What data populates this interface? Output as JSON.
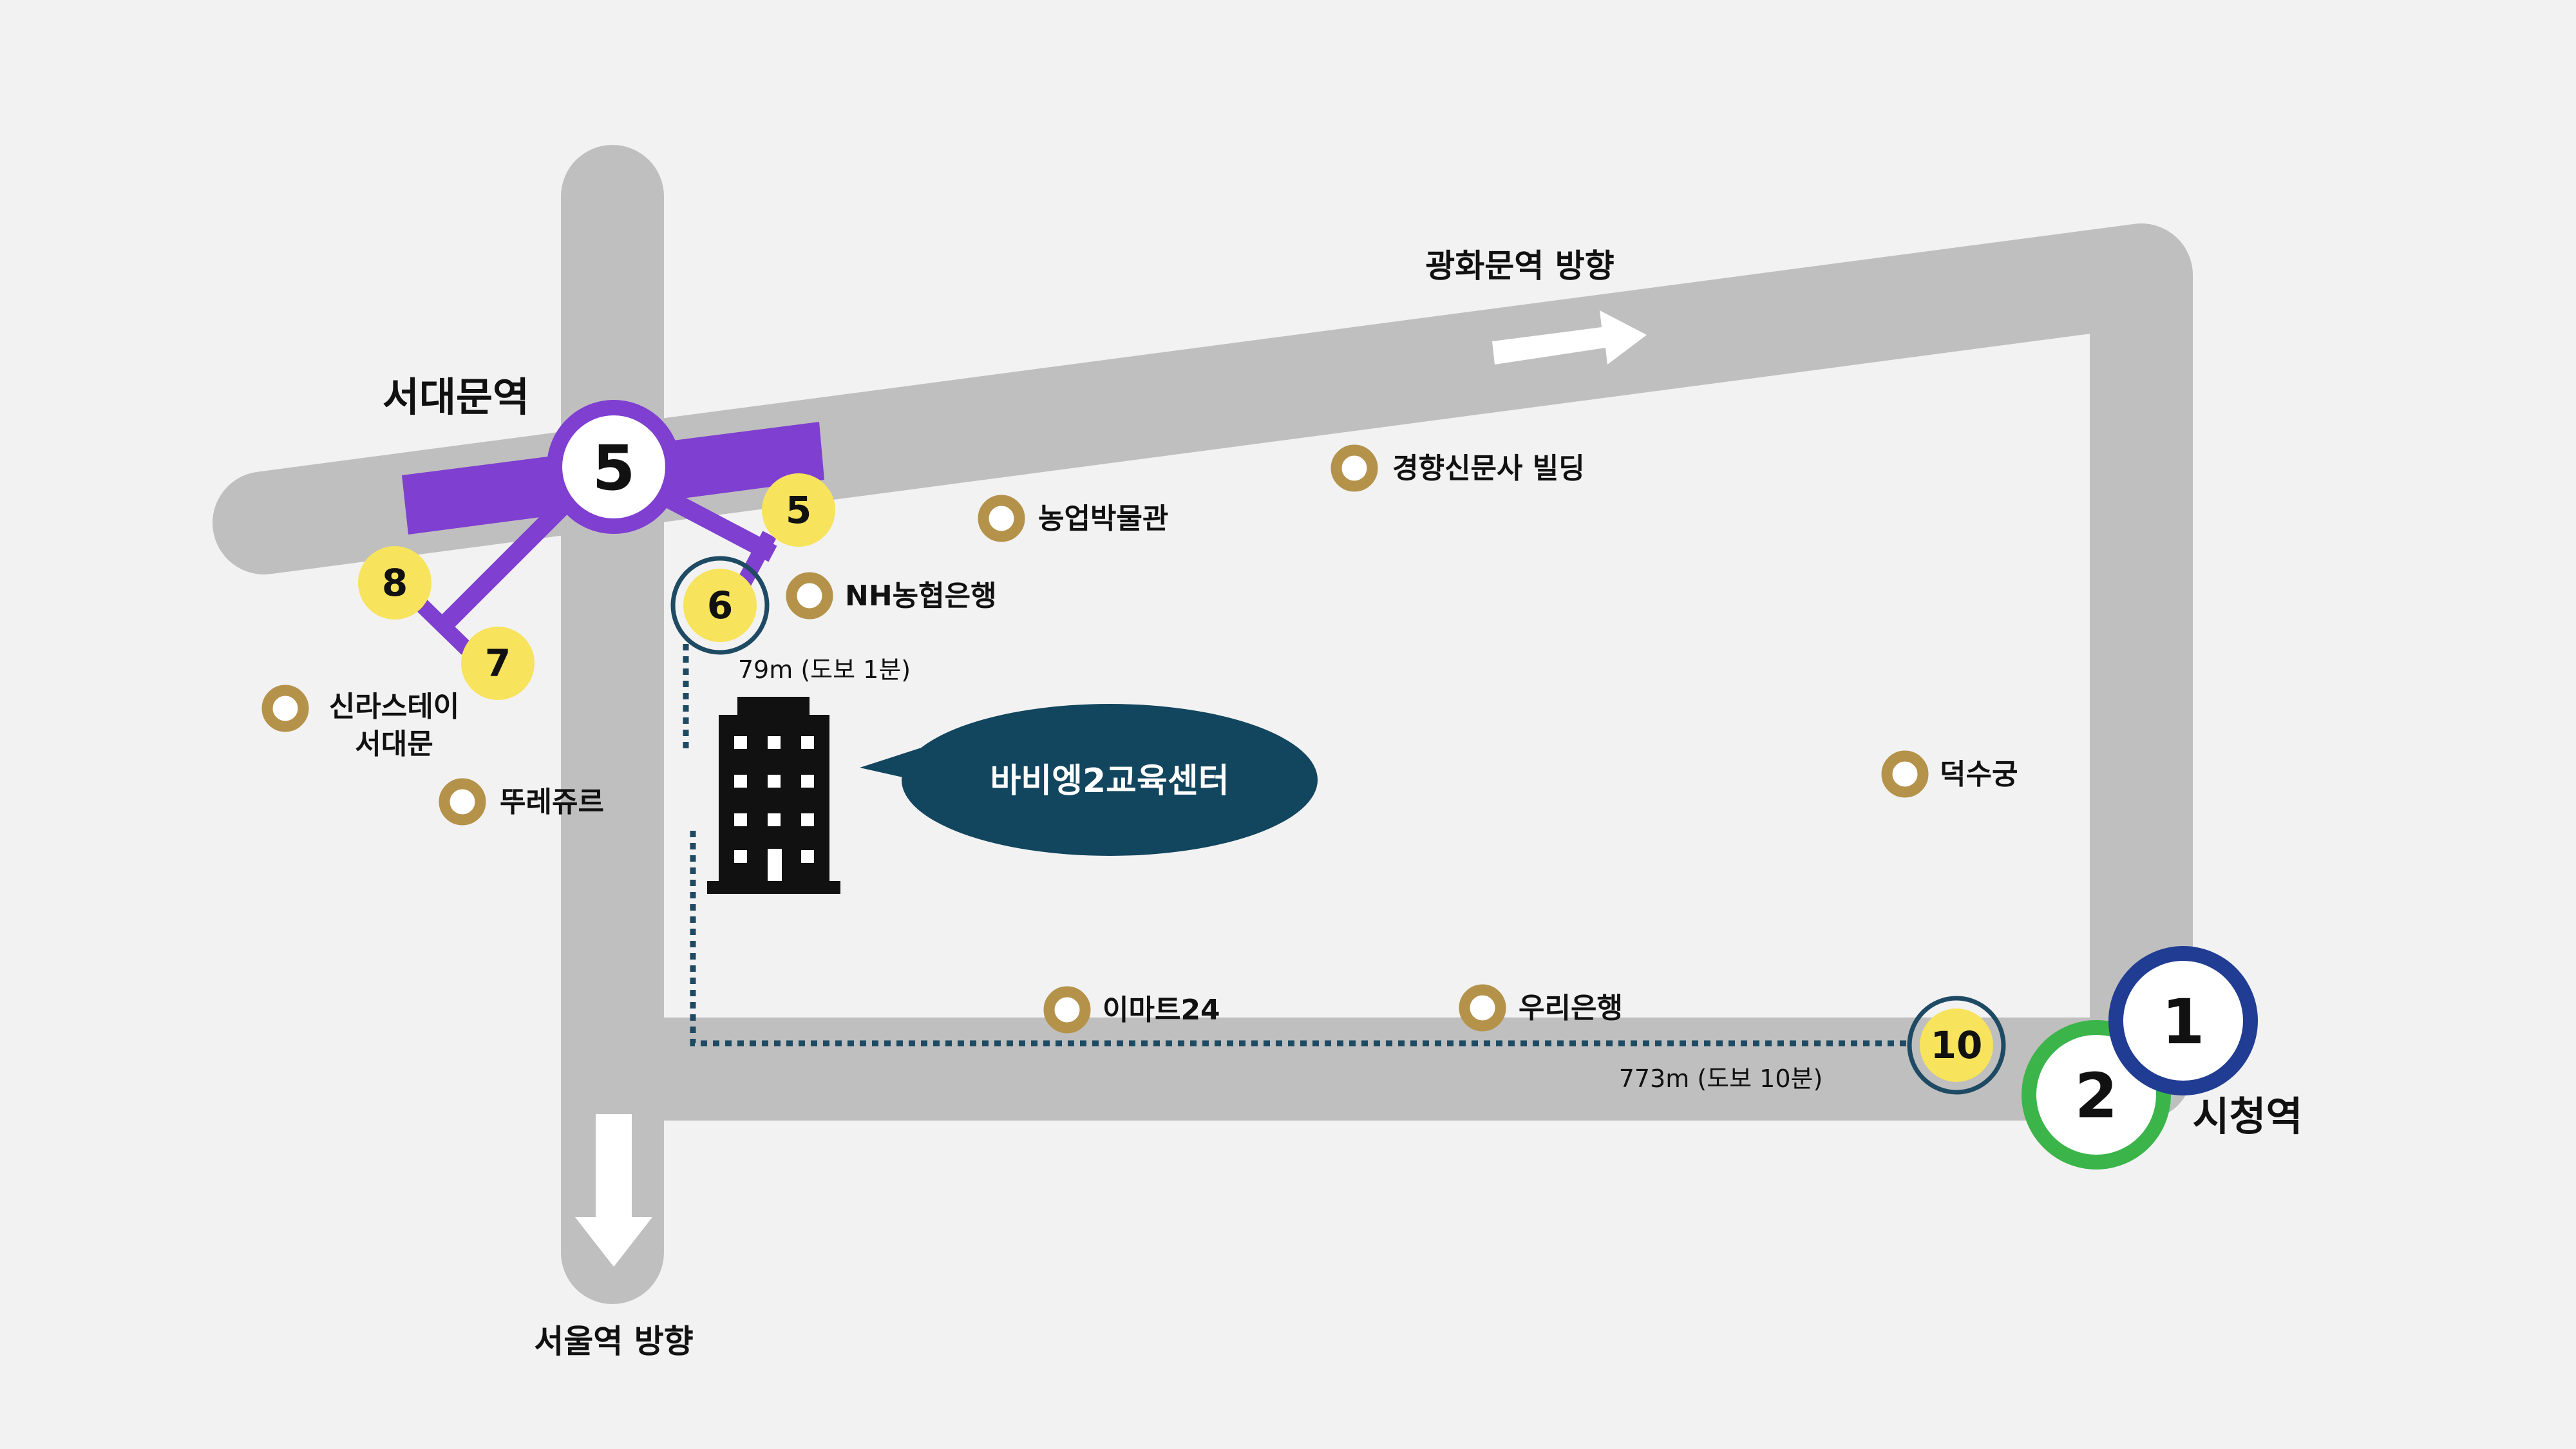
{
  "colors": {
    "background": "#f2f2f2",
    "road": "#bfbfbf",
    "line5": "#7f3fd0",
    "line1": "#213c93",
    "line2": "#3bb44a",
    "exit_fill": "#f7e35c",
    "poi_ring": "#b4924a",
    "route": "#1e4a63",
    "callout": "#12455e",
    "building": "#111111",
    "arrow": "#ffffff"
  },
  "stations": {
    "seodaemun": {
      "name": "서대문역",
      "line": "5",
      "line_color": "#7f3fd0"
    },
    "cityhall": {
      "name": "시청역",
      "lines": [
        "1",
        "2"
      ],
      "line_colors": [
        "#213c93",
        "#3bb44a"
      ]
    }
  },
  "exits": {
    "seodaemun": [
      "5",
      "6",
      "7",
      "8"
    ],
    "cityhall": [
      "10"
    ],
    "highlighted": [
      "6",
      "10"
    ]
  },
  "directions": {
    "north_east": "광화문역 방향",
    "south": "서울역 방향"
  },
  "pois": {
    "nonghyup_museum": "농업박물관",
    "kyunghyang": "경향신문사 빌딩",
    "nh_bank": "NH농협은행",
    "shilla_line1": "신라스테이",
    "shilla_line2": "서대문",
    "ttoure": "뚜레쥬르",
    "deoksugung": "덕수궁",
    "emart24": "이마트24",
    "woori_bank": "우리은행"
  },
  "routes": {
    "from_exit6": "79m (도보 1분)",
    "from_exit10": "773m (도보 10분)"
  },
  "destination": {
    "name": "바비엥2교육센터",
    "icon": "office-building-icon"
  },
  "icons": {
    "direction_arrows": "arrow-icon",
    "poi_marker": "ring-marker-icon"
  }
}
